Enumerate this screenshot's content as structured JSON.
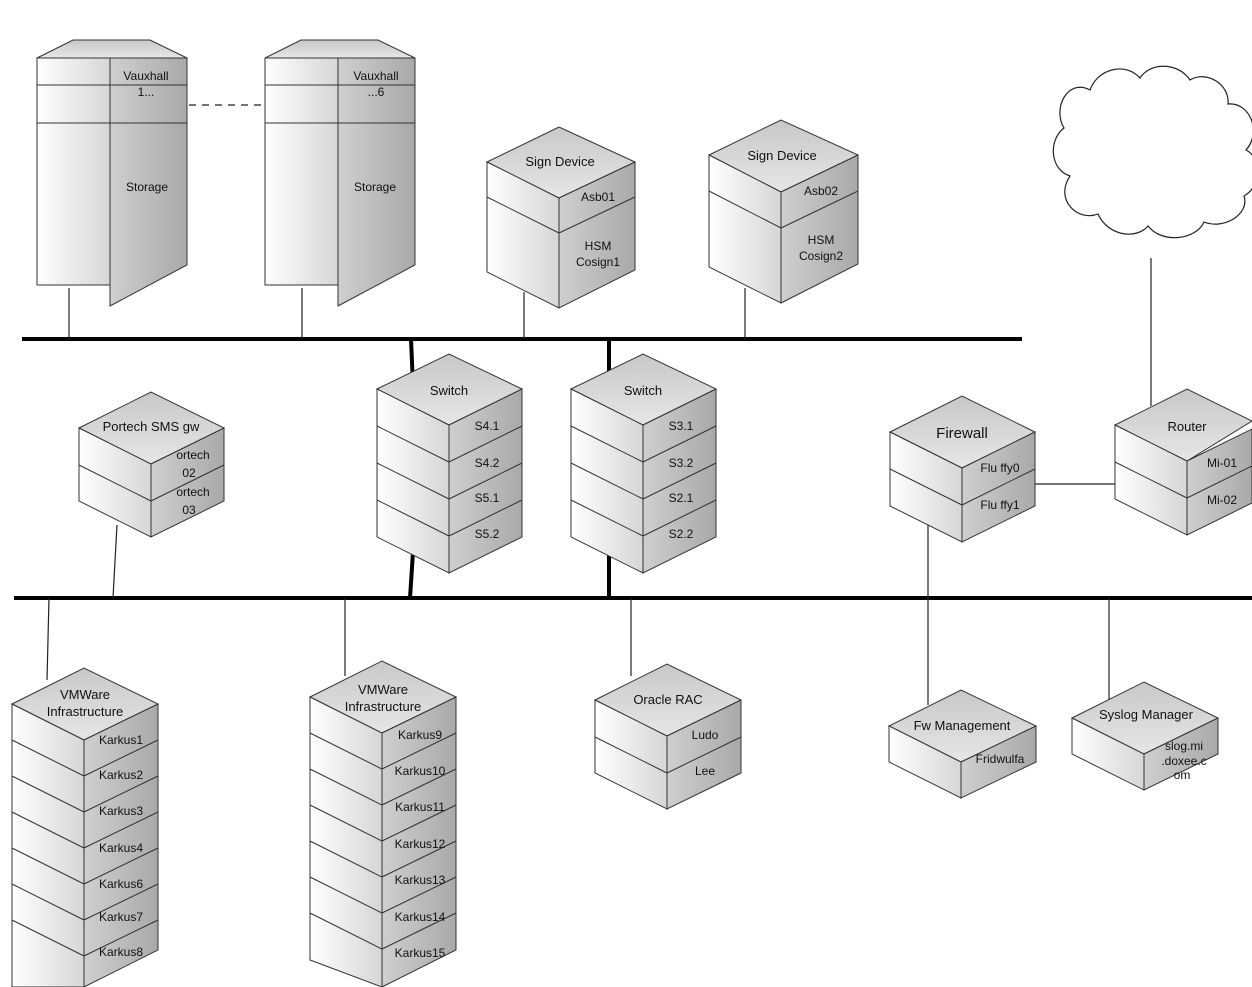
{
  "storage": [
    {
      "name_lines": [
        "Vauxhall",
        "1..."
      ],
      "label": "Storage"
    },
    {
      "name_lines": [
        "Vauxhall",
        "...6"
      ],
      "label": "Storage"
    }
  ],
  "sign_devices": [
    {
      "title": "Sign Device",
      "unit": "Asb01",
      "body_lines": [
        "HSM",
        "Cosign1"
      ]
    },
    {
      "title": "Sign Device",
      "unit": "Asb02",
      "body_lines": [
        "HSM",
        "Cosign2"
      ]
    }
  ],
  "cloud": {
    "label": ""
  },
  "switches": [
    {
      "title": "Switch",
      "ports": [
        "S4.1",
        "S4.2",
        "S5.1",
        "S5.2"
      ]
    },
    {
      "title": "Switch",
      "ports": [
        "S3.1",
        "S3.2",
        "S2.1",
        "S2.2"
      ]
    }
  ],
  "portech": {
    "title": "Portech SMS gw",
    "units": [
      [
        "ortech",
        "02"
      ],
      [
        "ortech",
        "03"
      ]
    ]
  },
  "firewall": {
    "title": "Firewall",
    "units": [
      "Flu ffy0",
      "Flu ffy1"
    ]
  },
  "router": {
    "title": "Router",
    "units": [
      "Mi-01",
      "Mi-02"
    ]
  },
  "vmware": [
    {
      "title_lines": [
        "VMWare",
        "Infrastructure"
      ],
      "hosts": [
        "Karkus1",
        "Karkus2",
        "Karkus3",
        "Karkus4",
        "Karkus6",
        "Karkus7",
        "Karkus8"
      ]
    },
    {
      "title_lines": [
        "VMWare",
        "Infrastructure"
      ],
      "hosts": [
        "Karkus9",
        "Karkus10",
        "Karkus11",
        "Karkus12",
        "Karkus13",
        "Karkus14",
        "Karkus15"
      ]
    }
  ],
  "oracle": {
    "title": "Oracle RAC",
    "units": [
      "Ludo",
      "Lee"
    ]
  },
  "fw_management": {
    "title": "Fw Management",
    "unit": "Fridwulfa"
  },
  "syslog": {
    "title": "Syslog Manager",
    "unit_lines": [
      "slog.mi",
      ".doxee.c",
      "om"
    ]
  }
}
